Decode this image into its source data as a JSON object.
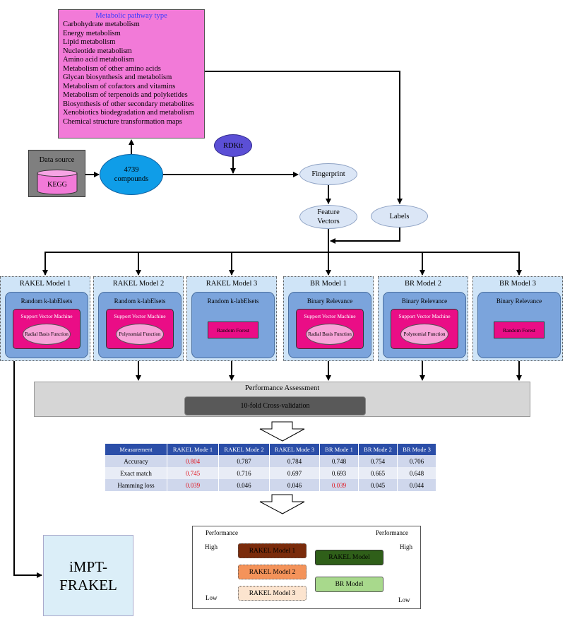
{
  "pathway_box": {
    "title": "Metabolic pathway type",
    "items": [
      "Carbohydrate metabolism",
      "Energy metabolism",
      "Lipid metabolism",
      "Nucleotide metabolism",
      "Amino acid metabolism",
      "Metabolism of other amino acids",
      "Glycan biosynthesis and metabolism",
      "Metabolism of cofactors and vitamins",
      "Metabolism of terpenoids and polyketides",
      "Biosynthesis of other secondary metabolites",
      "Xenobiotics biodegradation and metabolism",
      "Chemical structure transformation maps"
    ]
  },
  "data_source": {
    "label": "Data source",
    "db": "KEGG"
  },
  "compounds": {
    "count": "4739",
    "label": "compounds"
  },
  "rdkit": "RDKit",
  "fingerprint": "Fingerprint",
  "feature_vectors": {
    "line1": "Feature",
    "line2": "Vectors"
  },
  "labels": "Labels",
  "models": [
    {
      "title": "RAKEL Model 1",
      "inner": "Random k-labElsets",
      "classifier": "Support Vector Machine",
      "function": "Radial Basis Function"
    },
    {
      "title": "RAKEL Model 2",
      "inner": "Random k-labElsets",
      "classifier": "Support Vector Machine",
      "function": "Polynomial Function"
    },
    {
      "title": "RAKEL Model 3",
      "inner": "Random k-labElsets",
      "classifier": "Random Forest",
      "function": ""
    },
    {
      "title": "BR Model 1",
      "inner": "Binary Relevance",
      "classifier": "Support Vector Machine",
      "function": "Radial Basis Function"
    },
    {
      "title": "BR Model 2",
      "inner": "Binary Relevance",
      "classifier": "Support Vector Machine",
      "function": "Polynomial Function"
    },
    {
      "title": "BR Model 3",
      "inner": "Binary Relevance",
      "classifier": "Random Forest",
      "function": ""
    }
  ],
  "performance": {
    "title": "Performance Assessment",
    "cv": "10-fold Cross-validation"
  },
  "results": {
    "headers": [
      "Measurement",
      "RAKEL Mode 1",
      "RAKEL Mode 2",
      "RAKEL Mode 3",
      "BR Mode 1",
      "BR Mode 2",
      "BR Mode 3"
    ],
    "rows": [
      [
        "Accuracy",
        "0.804",
        "0.787",
        "0.784",
        "0.748",
        "0.754",
        "0.706"
      ],
      [
        "Exact match",
        "0.745",
        "0.716",
        "0.697",
        "0.693",
        "0.665",
        "0.648"
      ],
      [
        "Hamming loss",
        "0.039",
        "0.046",
        "0.046",
        "0.039",
        "0.045",
        "0.044"
      ]
    ],
    "highlight_color": "#e0141e"
  },
  "final_model": {
    "line1": "iMPT-",
    "line2": "FRAKEL"
  },
  "legend": {
    "perf_left": "Performance",
    "perf_right": "Performance",
    "high": "High",
    "low": "Low",
    "ranks": [
      "RAKEL Model 1",
      "RAKEL Model 2",
      "RAKEL Model 3"
    ],
    "types": [
      "RAKEL Model",
      "BR Model"
    ],
    "colors": {
      "rank1": "#7a2b0b",
      "rank2": "#f4935a",
      "rank3": "#fce4cf",
      "rakel": "#2f5f19",
      "br": "#a8d98c"
    }
  }
}
